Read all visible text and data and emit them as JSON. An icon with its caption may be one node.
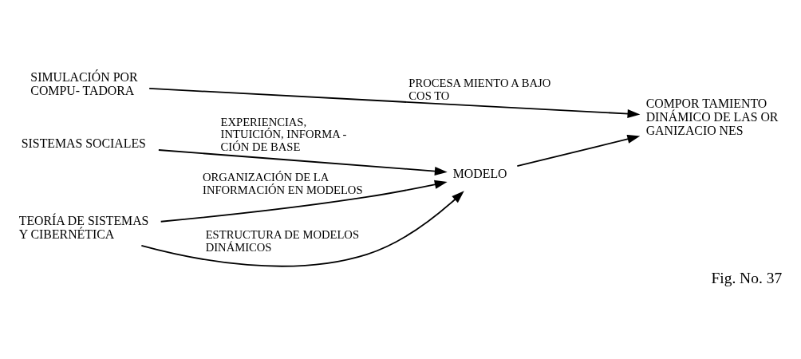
{
  "diagram": {
    "caption": "Fig. No. 37",
    "nodes": [
      {
        "text": [
          "SISTEMAS SOCIALES"
        ]
      },
      {
        "text": [
          "TEORÍA DE SISTEMAS Y CIBERNÉTICA"
        ]
      },
      {
        "text": [
          "SIMULACIÓN POR COMPU- TADORA"
        ]
      },
      {
        "text": [
          "MODELO"
        ]
      },
      {
        "text": [
          "COMPOR TAMIENTO DINÁMICO DE LAS OR GANIZACIO NES"
        ]
      }
    ],
    "edges": [
      {
        "from": 1,
        "to": 3,
        "arrow": "to",
        "label": "ESTRUCTURA DE MODELOS DINÁMICOS"
      },
      {
        "from": 2,
        "to": 4,
        "arrow": "to",
        "label": "PROCESA MIENTO A BAJO COS TO"
      },
      {
        "from": 1,
        "to": 3,
        "arrow": "to",
        "label": "ORGANIZACIÓN DE LA INFORMACIÓN EN MODELOS"
      },
      {
        "from": 3,
        "to": 4,
        "arrow": "to"
      },
      {
        "from": 0,
        "to": 3,
        "arrow": "to",
        "label": "EXPERIENCIAS, INTUICIÓN, INFORMA - CIÓN DE BASE"
      }
    ]
  }
}
